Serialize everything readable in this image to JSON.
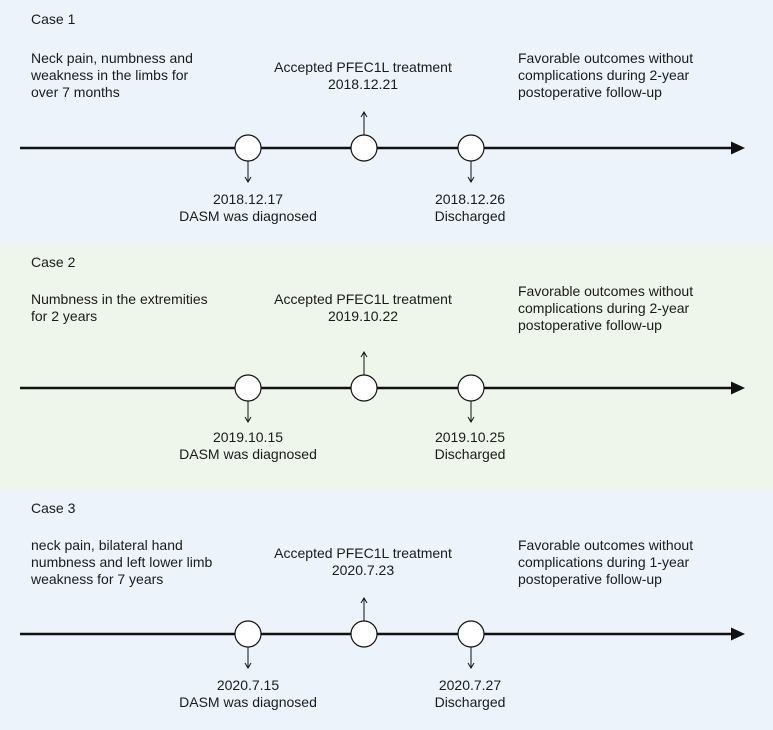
{
  "cases": [
    {
      "title": "Case 1",
      "complaint": "Neck pain, numbness and weakness in the limbs for over 7 months",
      "treatment_label": "Accepted PFEC1L treatment",
      "treatment_date": "2018.12.21",
      "outcome": "Favorable outcomes without complications during 2-year postoperative follow-up",
      "diagnosis_date": "2018.12.17",
      "diagnosis_label": "DASM was diagnosed",
      "discharge_date": "2018.12.26",
      "discharge_label": "Discharged"
    },
    {
      "title": "Case 2",
      "complaint": "Numbness in the extremities for 2 years",
      "treatment_label": "Accepted PFEC1L treatment",
      "treatment_date": "2019.10.22",
      "outcome": "Favorable outcomes without complications during 2-year postoperative follow-up",
      "diagnosis_date": "2019.10.15",
      "diagnosis_label": "DASM was diagnosed",
      "discharge_date": "2019.10.25",
      "discharge_label": "Discharged"
    },
    {
      "title": "Case 3",
      "complaint": "neck pain, bilateral hand numbness and left lower limb weakness for 7 years",
      "treatment_label": "Accepted PFEC1L treatment",
      "treatment_date": "2020.7.23",
      "outcome": "Favorable outcomes without complications during 1-year postoperative follow-up",
      "diagnosis_date": "2020.7.15",
      "diagnosis_label": "DASM was diagnosed",
      "discharge_date": "2020.7.27",
      "discharge_label": "Discharged"
    }
  ],
  "colors": {
    "panel_blue": "#ecf3fa",
    "panel_green": "#eef5ea",
    "line": "#111111"
  }
}
